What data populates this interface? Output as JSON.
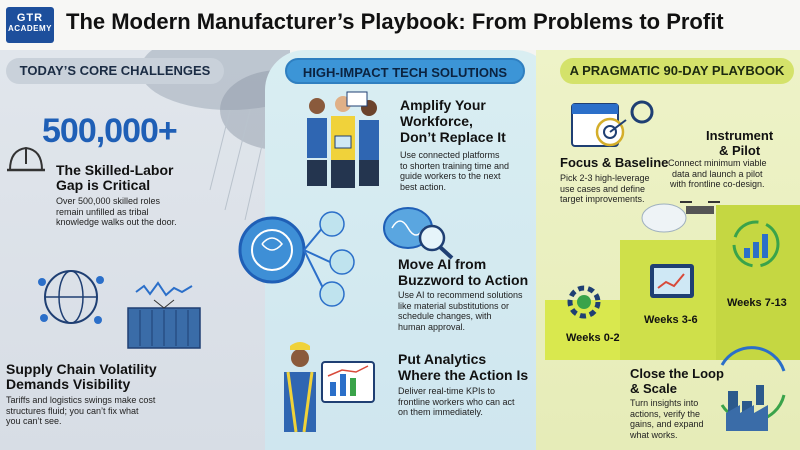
{
  "header": {
    "logo_line1": "GTR",
    "logo_line2": "ACADEMY",
    "title": "The Modern Manufacturer’s Playbook: From Problems to Profit"
  },
  "left": {
    "pill": "TODAY’S CORE CHALLENGES",
    "big_number": "500,000+",
    "item1_title_l1": "The Skilled-Labor",
    "item1_title_l2": "Gap is Critical",
    "item1_body_l1": "Over 500,000 skilled roles",
    "item1_body_l2": "remain unfilled as tribal",
    "item1_body_l3": "knowledge walks out the door.",
    "item2_title_l1": "Supply Chain Volatility",
    "item2_title_l2": "Demands Visibility",
    "item2_body_l1": "Tariffs and logistics swings make cost",
    "item2_body_l2": "structures fluid; you can’t fix what",
    "item2_body_l3": "you can’t see."
  },
  "mid": {
    "pill": "HIGH-IMPACT TECH SOLUTIONS",
    "s1_title_l1": "Amplify Your",
    "s1_title_l2": "Workforce,",
    "s1_title_l3": "Don’t Replace It",
    "s1_body_l1": "Use connected platforms",
    "s1_body_l2": "to shorten training time and",
    "s1_body_l3": "guide workers to the next",
    "s1_body_l4": "best action.",
    "s2_title_l1": "Move AI from",
    "s2_title_l2": "Buzzword to Action",
    "s2_body_l1": "Use AI to recommend solutions",
    "s2_body_l2": "like material substitutions or",
    "s2_body_l3": "schedule changes, with",
    "s2_body_l4": "human approval.",
    "s3_title_l1": "Put Analytics",
    "s3_title_l2": "Where the Action Is",
    "s3_body_l1": "Deliver real-time KPIs to",
    "s3_body_l2": "frontline workers who can act",
    "s3_body_l3": "on them immediately."
  },
  "right": {
    "pill": "A PRAGMATIC 90-DAY PLAYBOOK",
    "focus_title": "Focus & Baseline",
    "focus_body_l1": "Pick 2-3 high-leverage",
    "focus_body_l2": "use cases and define",
    "focus_body_l3": "target improvements.",
    "instr_title_l1": "Instrument",
    "instr_title_l2": "& Pilot",
    "instr_body_l1": "Connect minimum viable",
    "instr_body_l2": "data and launch a pilot",
    "instr_body_l3": "with frontline co-design.",
    "weeks1": "Weeks 0-2",
    "weeks2": "Weeks 3-6",
    "weeks3": "Weeks 7-13",
    "close_title_l1": "Close the Loop",
    "close_title_l2": "& Scale",
    "close_body_l1": "Turn insights into",
    "close_body_l2": "actions, verify the",
    "close_body_l3": "gains, and expand",
    "close_body_l4": "what works."
  },
  "colors": {
    "accent_blue": "#1f5fb6",
    "step_green": "#d9e84e",
    "mid_pill": "#3c95d7"
  },
  "icons": [
    "hardhat-icon",
    "globe-network-icon",
    "shipping-container-icon",
    "brain-circuit-icon",
    "calendar-target-icon",
    "gears-icon",
    "drone-cloud-icon",
    "growth-chart-icon",
    "factory-recycle-icon",
    "tablet-chart-icon"
  ]
}
